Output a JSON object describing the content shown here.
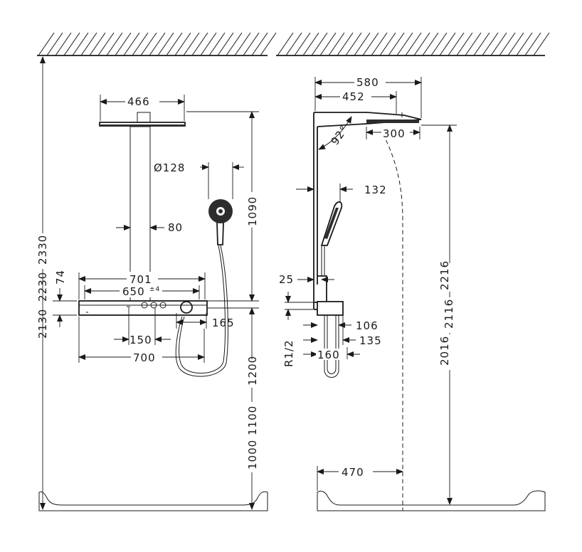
{
  "front_view": {
    "width_showerhead": "466",
    "diameter_handshower": "Ø128",
    "pipe_width": "80",
    "height_upper": "1090",
    "total_2330": "2330",
    "total_2230": "2230",
    "total_2130": "2130",
    "thermostat_height": "74",
    "width_701": "701",
    "width_650": "650",
    "tolerance": "±4",
    "width_150": "150",
    "width_165": "165",
    "width_700": "700",
    "height_1200": "1200",
    "height_1100": "1100",
    "height_1000": "1000"
  },
  "side_view": {
    "reach_580": "580",
    "reach_452": "452",
    "angle": "92°",
    "head_300": "300",
    "depth_132": "132",
    "offset_25": "25",
    "depth_106": "106",
    "depth_135": "135",
    "depth_160": "160",
    "thread": "R1/2",
    "height_2216": "2216",
    "height_2116": "2116",
    "height_2016": "2016",
    "distance_470": "470"
  },
  "colors": {
    "line": "#1a1a1a",
    "fill_dark": "#2d2d2d"
  }
}
